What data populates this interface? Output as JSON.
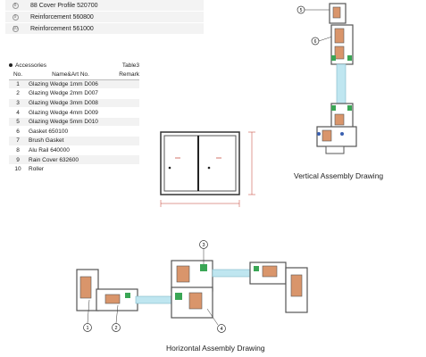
{
  "top_rows": [
    {
      "num": "8",
      "text": "88  Cover Profile  520700"
    },
    {
      "num": "9",
      "text": "Reinforcement  560800"
    },
    {
      "num": "10",
      "text": "Reinforcement  561000"
    }
  ],
  "accessories": {
    "title": "Accessories",
    "table_label": "Table3",
    "headers": {
      "no": "No.",
      "name": "Name&Art No.",
      "remark": "Remark"
    },
    "rows": [
      {
        "no": "1",
        "name": "Glazing Wedge 1mm  D006"
      },
      {
        "no": "2",
        "name": "Glazing Wedge 2mm  D007"
      },
      {
        "no": "3",
        "name": "Glazing Wedge 3mm  D008"
      },
      {
        "no": "4",
        "name": "Glazing Wedge 4mm  D009"
      },
      {
        "no": "5",
        "name": "Glazing Wedge 5mm  D010"
      },
      {
        "no": "6",
        "name": "Gasket  650100"
      },
      {
        "no": "7",
        "name": "Brush Gasket"
      },
      {
        "no": "8",
        "name": "Alu Rail  640000"
      },
      {
        "no": "9",
        "name": "Rain Cover  632600"
      },
      {
        "no": "10",
        "name": "Roller"
      }
    ]
  },
  "vertical_caption": "Vertical Assembly Drawing",
  "horizontal_caption": "Horizontal Assembly Drawing",
  "callouts": {
    "v1": "5",
    "v2": "6",
    "h1": "1",
    "h2": "2",
    "h3": "3",
    "h4": "4"
  },
  "colors": {
    "profile": "#555555",
    "reinforcement": "#d9956b",
    "gasket": "#3aa655",
    "glass": "#bfe6f0",
    "dimension": "#c0392b"
  }
}
